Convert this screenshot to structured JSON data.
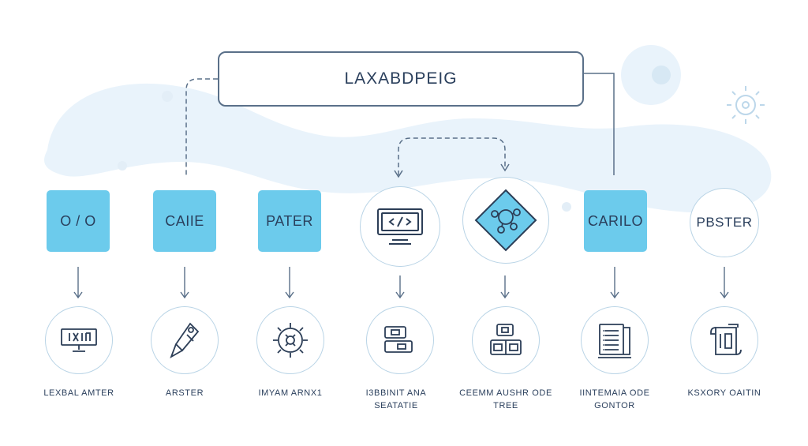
{
  "title": "LAXABDPEIG",
  "top_nodes": [
    {
      "label": "O / O",
      "style": "square"
    },
    {
      "label": "CAIIE",
      "style": "square"
    },
    {
      "label": "PATER",
      "style": "square"
    },
    {
      "label": "",
      "style": "circle",
      "icon": "code-monitor-icon"
    },
    {
      "label": "",
      "style": "circle",
      "icon": "diamond-circuit-icon"
    },
    {
      "label": "CARILO",
      "style": "square"
    },
    {
      "label": "PBSTER",
      "style": "circle"
    }
  ],
  "bottom_nodes": [
    {
      "icon": "monitor-icon",
      "label": "LEXBAL AMTER"
    },
    {
      "icon": "pen-tool-icon",
      "label": "ARSTER"
    },
    {
      "icon": "gear-chip-icon",
      "label": "IMYAM ARNX1"
    },
    {
      "icon": "blocks-icon",
      "label": "I3BBINIT ANA SEATATIE"
    },
    {
      "icon": "hierarchy-blocks-icon",
      "label": "CEEMM AUSHR ODE TREE"
    },
    {
      "icon": "book-icon",
      "label": "IINTEMAIA ODE GONTOR"
    },
    {
      "icon": "scroll-icon",
      "label": "KSXORY OAITIN"
    }
  ],
  "colors": {
    "accent": "#6ccbec",
    "line": "#5a7089",
    "ring": "#b9d4e6",
    "wash": "#e8f3fb"
  }
}
